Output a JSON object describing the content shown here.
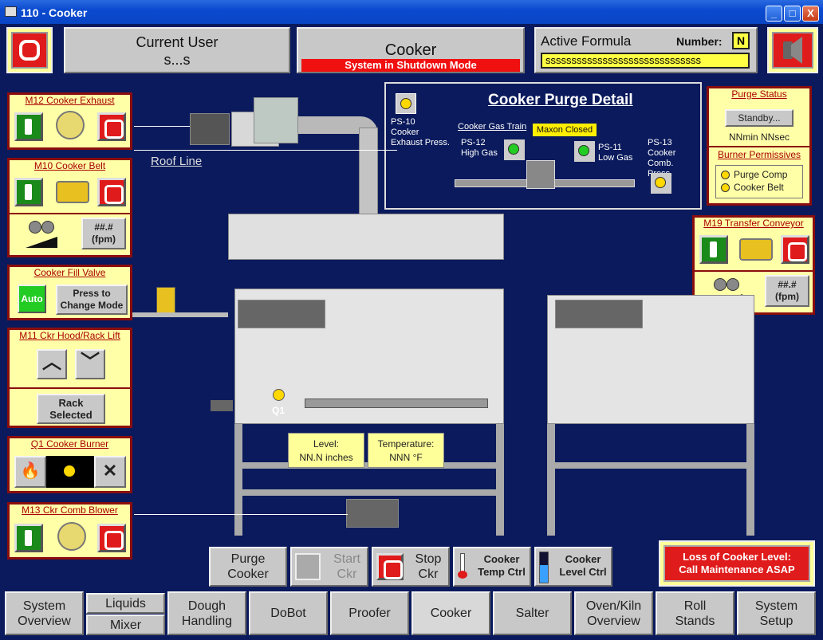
{
  "window": {
    "title": "110 - Cooker",
    "minimize": "_",
    "maximize": "□",
    "close": "X"
  },
  "header": {
    "user_label": "Current User",
    "user_value": "s...s",
    "screen_title": "Cooker",
    "mode_banner": "System in Shutdown Mode",
    "formula_label": "Active Formula",
    "number_label": "Number:",
    "number_value": "N",
    "formula_value": "ssssssssssssssssssssssssssssss"
  },
  "purge_detail": {
    "title": "Cooker Purge Detail",
    "ps10": "PS-10\nCooker\nExhaust Press.",
    "gas_train": "Cooker Gas Train",
    "maxon": "Maxon Closed",
    "ps12": "PS-12\nHigh Gas",
    "ps11": "PS-11\nLow Gas",
    "ps13": "PS-13\nCooker\nComb. Press."
  },
  "purge_status": {
    "title": "Purge Status",
    "state": "Standby...",
    "time": "NNmin NNsec",
    "permissives_title": "Burner Permissives",
    "items": [
      "Purge Comp",
      "Cooker Belt"
    ]
  },
  "roof_line": "Roof Line",
  "m12": {
    "title": "M12 Cooker Exhaust"
  },
  "m10": {
    "title": "M10 Cooker Belt",
    "speed": "##.#\n(fpm)"
  },
  "fill_valve": {
    "title": "Cooker Fill Valve",
    "auto": "Auto",
    "mode_btn": "Press to\nChange Mode"
  },
  "m11": {
    "title": "M11 Ckr Hood/Rack Lift",
    "rack": "Rack\nSelected"
  },
  "q1": {
    "title": "Q1 Cooker Burner",
    "tag": "Q1"
  },
  "m13": {
    "title": "M13 Ckr Comb Blower"
  },
  "m19": {
    "title": "M19 Transfer Conveyor",
    "speed": "##.#\n(fpm)"
  },
  "level": {
    "label": "Level:",
    "value": "NN.N  inches"
  },
  "temp": {
    "label": "Temperature:",
    "value": "NNN  °F"
  },
  "controls": {
    "purge": "Purge\nCooker",
    "start": "Start\nCkr",
    "stop": "Stop\nCkr",
    "temp_ctrl": "Cooker\nTemp Ctrl",
    "level_ctrl": "Cooker\nLevel Ctrl"
  },
  "alarm": {
    "text": "Loss of Cooker Level:\nCall Maintenance ASAP"
  },
  "nav": [
    "System\nOverview",
    "Liquids",
    "Mixer",
    "Dough\nHandling",
    "DoBot",
    "Proofer",
    "Cooker",
    "Salter",
    "Oven/Kiln\nOverview",
    "Roll\nStands",
    "System\nSetup"
  ]
}
